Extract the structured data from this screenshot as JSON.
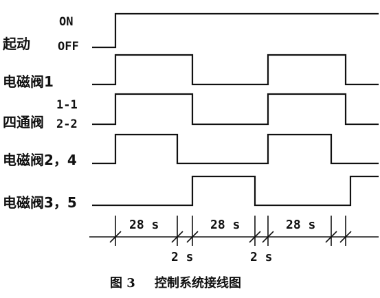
{
  "signals": [
    {
      "label": "起动",
      "state_labels": [
        "ON",
        "OFF"
      ]
    },
    {
      "label": "电磁阀1"
    },
    {
      "label": "四通阀",
      "state_labels": [
        "1-1",
        "2-2"
      ]
    },
    {
      "label": "电磁阀2，4"
    },
    {
      "label": "电磁阀3，5"
    }
  ],
  "durations": {
    "long_label": "28 s",
    "short_label": "2 s"
  },
  "caption": {
    "figure_number": "图 3",
    "title": "控制系统接线图"
  }
}
